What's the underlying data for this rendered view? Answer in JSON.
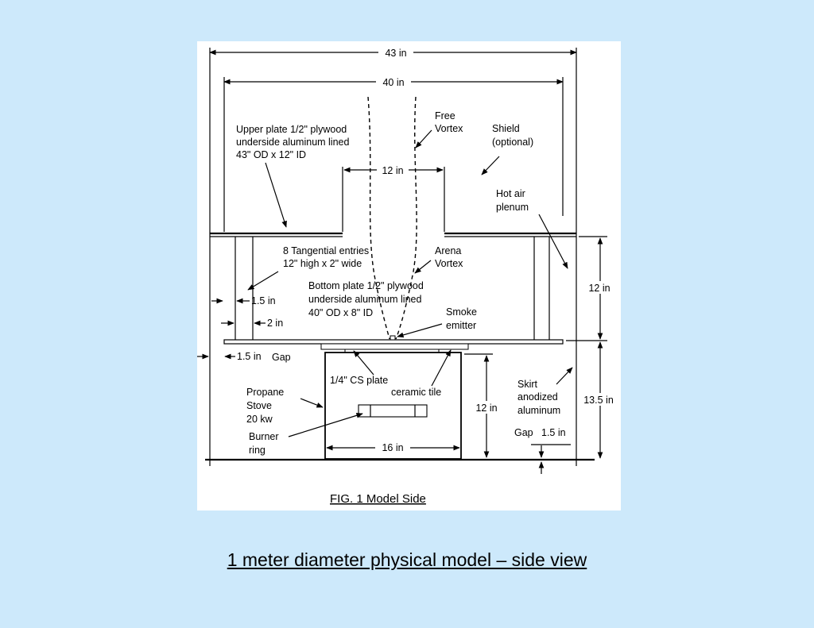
{
  "figure": {
    "dims": {
      "overall_width": "43 in",
      "plate_width": "40 in",
      "opening": "12 in",
      "upper_height": "12 in",
      "skirt_height": "13.5 in",
      "stove_height": "12 in",
      "stove_width": "16 in",
      "gap_15_left": "1.5 in",
      "wall_2in": "2 in",
      "gap_bottom_left": "1.5 in",
      "gap_word_left": "Gap",
      "gap_word_right": "Gap",
      "gap_bottom_right": "1.5 in"
    },
    "labels": {
      "upper_plate_1": "Upper plate 1/2\" plywood",
      "upper_plate_2": "underside aluminum lined",
      "upper_plate_3": "43\" OD x 12\" ID",
      "free_vortex_1": "Free",
      "free_vortex_2": "Vortex",
      "shield_1": "Shield",
      "shield_2": "(optional)",
      "hot_air_1": "Hot air",
      "hot_air_2": "plenum",
      "tangential_1": "8 Tangential entries",
      "tangential_2": "12\" high x 2\" wide",
      "arena_1": "Arena",
      "arena_2": "Vortex",
      "bottom_plate_1": "Bottom plate 1/2\" plywood",
      "bottom_plate_2": "underside aluminum lined",
      "bottom_plate_3": "40\" OD x 8\" ID",
      "smoke_1": "Smoke",
      "smoke_2": "emitter",
      "cs_plate": "1/4\" CS plate",
      "ceramic": "ceramic tile",
      "propane_1": "Propane",
      "propane_2": "Stove",
      "propane_3": "20 kw",
      "burner_1": "Burner",
      "burner_2": "ring",
      "skirt_1": "Skirt",
      "skirt_2": "anodized",
      "skirt_3": "aluminum"
    },
    "fig_title": "FIG. 1  Model Side"
  },
  "caption": "1 meter diameter physical model – side view"
}
